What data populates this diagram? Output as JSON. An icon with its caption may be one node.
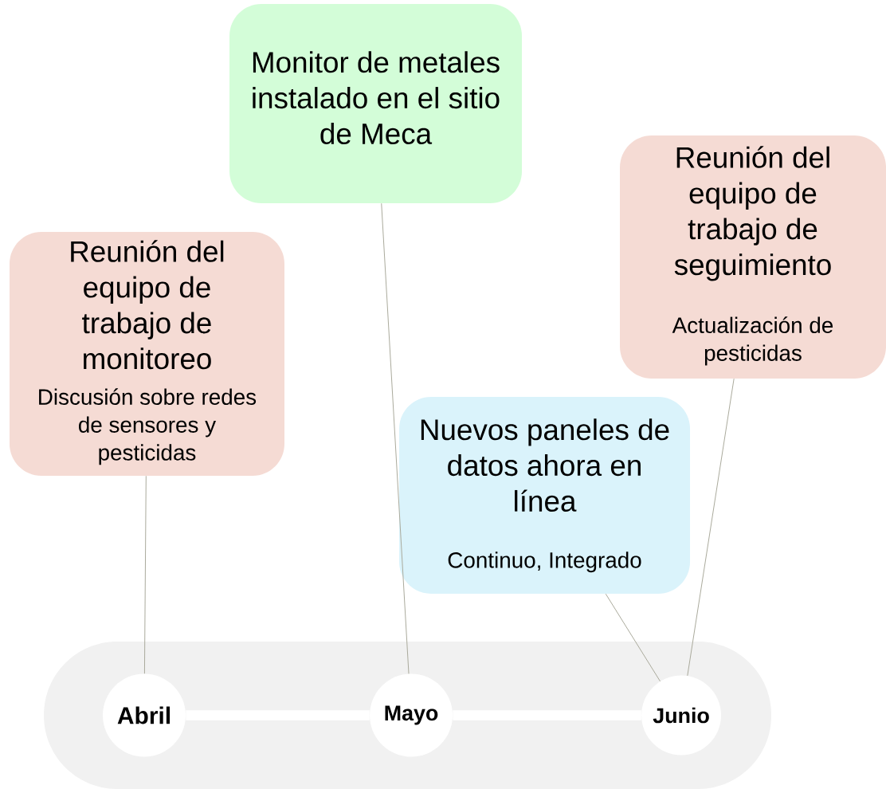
{
  "diagram": {
    "nodes": [
      {
        "text": [
          "Monitor de metales instalado en el sitio de Meca"
        ]
      },
      {
        "text": [
          "Reunión del equipo de trabajo de seguimiento",
          "Actualización de pesticidas"
        ]
      },
      {
        "text": [
          "Reunión del equipo de trabajo de monitoreo",
          "Discusión sobre redes de sensores y pesticidas"
        ]
      },
      {
        "text": [
          "Nuevos paneles de datos ahora en línea",
          "Continuo, Integrado"
        ]
      },
      {
        "text": [],
        "shape": "box"
      },
      {
        "text": [
          "Abril"
        ],
        "in": 4
      },
      {
        "text": [
          "Mayo"
        ],
        "in": 4
      },
      {
        "text": [
          "Junio"
        ],
        "in": 4
      }
    ],
    "edges": [
      {
        "from": 5,
        "to": 6,
        "arrow": "none",
        "style": "thick",
        "color": "#ffffff"
      },
      {
        "from": 6,
        "to": 7,
        "arrow": "none",
        "style": "thick",
        "color": "#ffffff"
      },
      {
        "from": 2,
        "to": 5,
        "arrow": "none"
      },
      {
        "from": 0,
        "to": 6,
        "arrow": "none"
      },
      {
        "from": 3,
        "to": 7,
        "arrow": "none"
      },
      {
        "from": 1,
        "to": 7,
        "arrow": "none"
      }
    ]
  }
}
